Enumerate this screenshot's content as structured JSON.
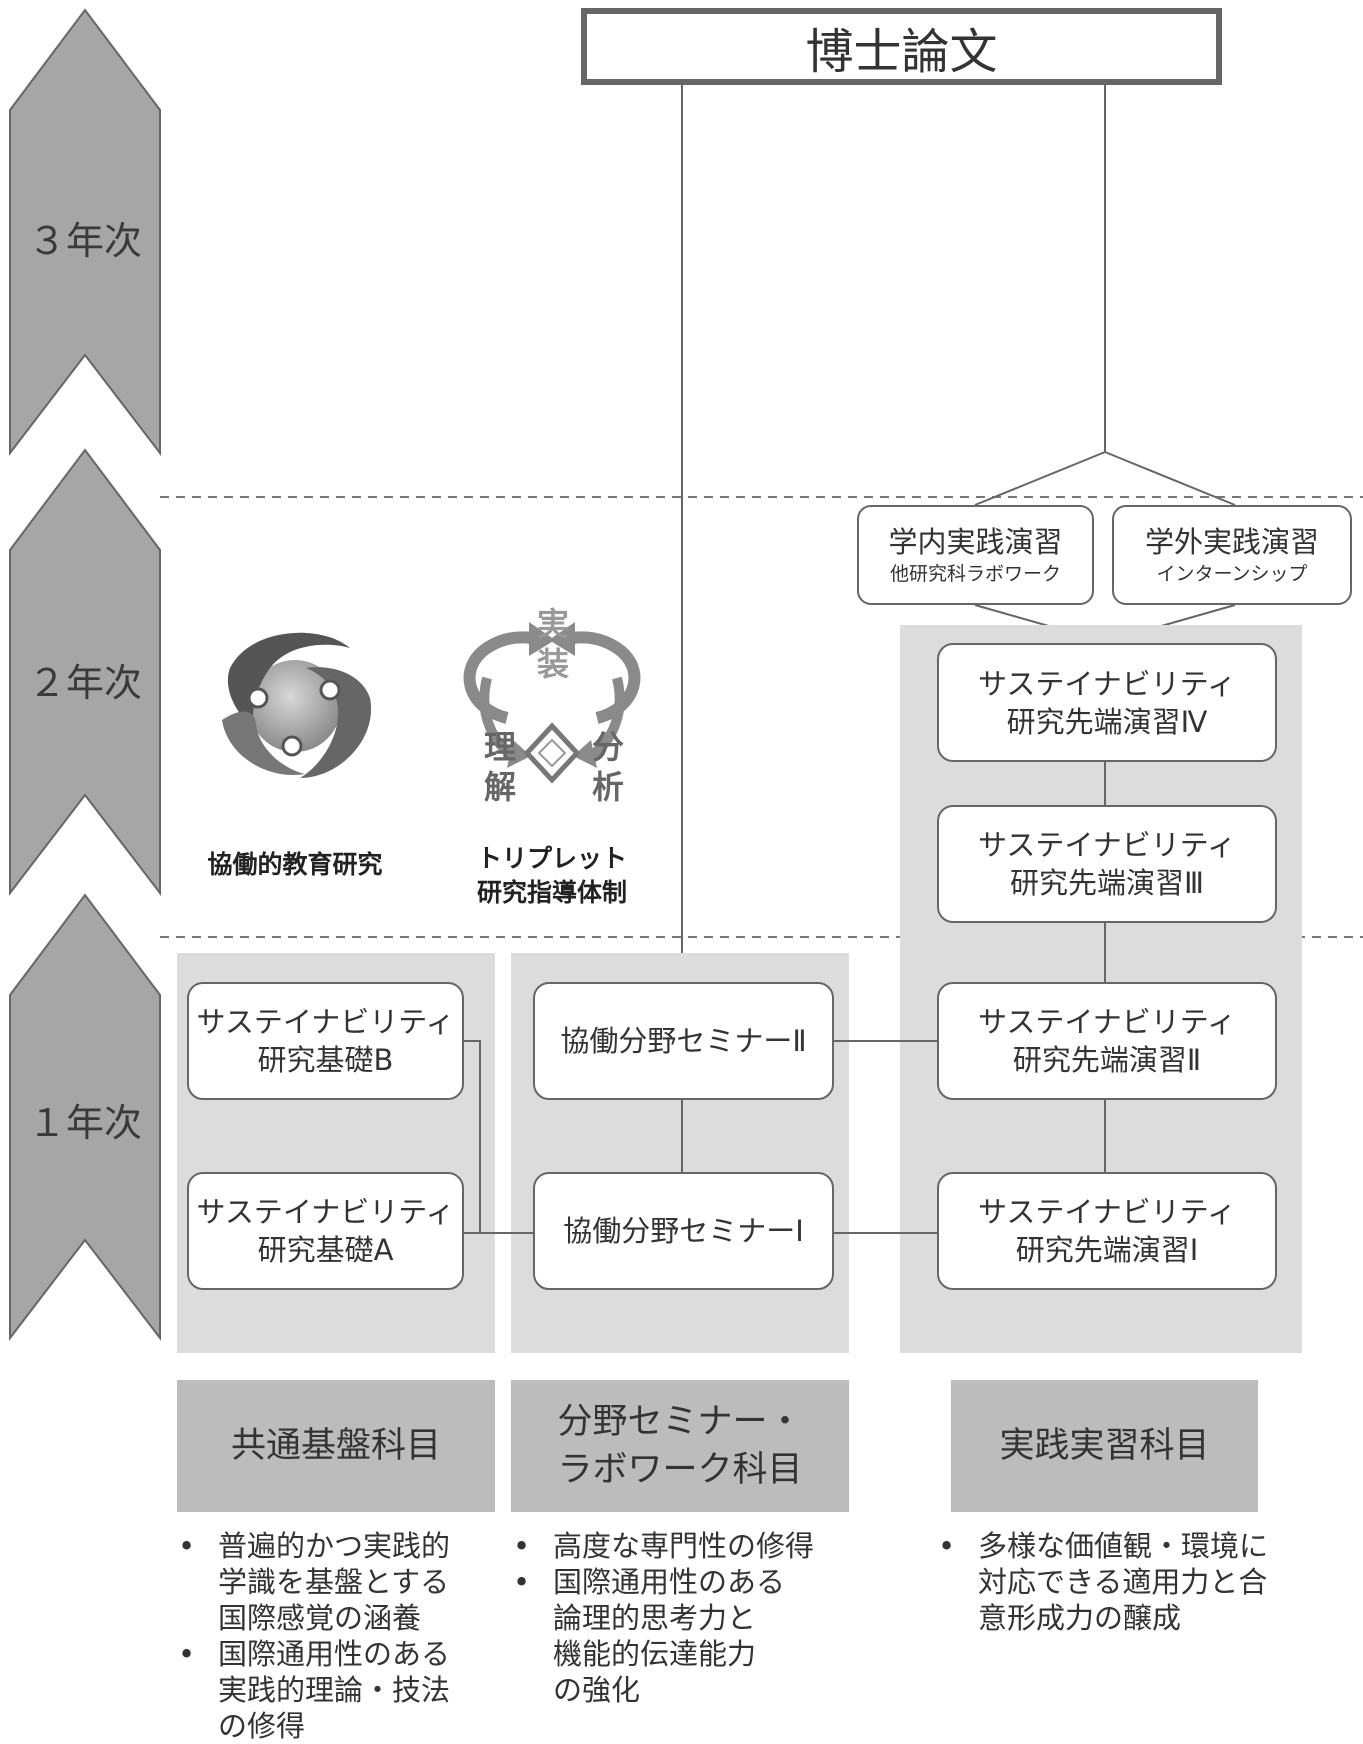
{
  "years": [
    "３年次",
    "２年次",
    "１年次"
  ],
  "thesis": "博士論文",
  "practicum": {
    "internal": {
      "title": "学内実践演習",
      "sub": "他研究科ラボワーク"
    },
    "external": {
      "title": "学外実践演習",
      "sub": "インターンシップ"
    }
  },
  "advanced": [
    "サステイナビリティ",
    "研究先端演習Ⅳ",
    "研究先端演習Ⅲ",
    "研究先端演習Ⅱ",
    "研究先端演習Ⅰ"
  ],
  "foundation": [
    "サステイナビリティ",
    "研究基礎B",
    "研究基礎A"
  ],
  "seminars": [
    "協働分野セミナーⅡ",
    "協働分野セミナーⅠ"
  ],
  "concepts": {
    "collab_caption": "協働的教育研究",
    "triplet_caption": [
      "トリプレット",
      "研究指導体制"
    ],
    "triplet_words": {
      "top": [
        "実",
        "装"
      ],
      "left": [
        "理",
        "解"
      ],
      "right": [
        "分",
        "析"
      ]
    }
  },
  "categories": {
    "common": "共通基盤科目",
    "seminar": [
      "分野セミナー・",
      "ラボワーク科目"
    ],
    "practice": "実践実習科目"
  },
  "bullets": {
    "common": [
      [
        "普遍的かつ実践的",
        "学識を基盤とする",
        "国際感覚の涵養"
      ],
      [
        "国際通用性のある",
        "実践的理論・技法",
        "の修得"
      ]
    ],
    "seminar": [
      [
        "高度な専門性の修得"
      ],
      [
        "国際通用性のある",
        "論理的思考力と",
        "機能的伝達能力",
        "の強化"
      ]
    ],
    "practice": [
      [
        "多様な価値観・環境に",
        "対応できる適用力と合",
        "意形成力の醸成"
      ]
    ]
  },
  "colors": {
    "panel": "#dcdcdc",
    "category": "#bcbcbc",
    "arrow": "#a6a6a6",
    "border": "#666666"
  }
}
